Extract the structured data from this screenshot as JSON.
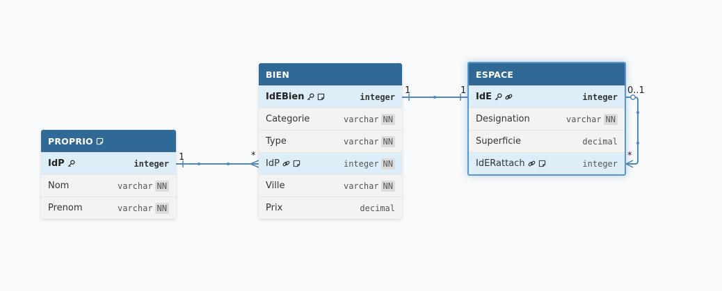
{
  "tables": [
    {
      "id": "proprio",
      "name": "PROPRIO",
      "has_note": true,
      "selected": false,
      "fields": [
        {
          "name": "IdP",
          "type": "integer",
          "nn": "",
          "pk": true,
          "fk": false,
          "note": false
        },
        {
          "name": "Nom",
          "type": "varchar",
          "nn": "NN",
          "pk": false,
          "fk": false,
          "note": false
        },
        {
          "name": "Prenom",
          "type": "varchar",
          "nn": "NN",
          "pk": false,
          "fk": false,
          "note": false
        }
      ]
    },
    {
      "id": "bien",
      "name": "BIEN",
      "has_note": false,
      "selected": false,
      "fields": [
        {
          "name": "IdEBien",
          "type": "integer",
          "nn": "",
          "pk": true,
          "fk": false,
          "note": true
        },
        {
          "name": "Categorie",
          "type": "varchar",
          "nn": "NN",
          "pk": false,
          "fk": false,
          "note": false
        },
        {
          "name": "Type",
          "type": "varchar",
          "nn": "NN",
          "pk": false,
          "fk": false,
          "note": false
        },
        {
          "name": "IdP",
          "type": "integer",
          "nn": "NN",
          "pk": false,
          "fk": true,
          "note": true
        },
        {
          "name": "Ville",
          "type": "varchar",
          "nn": "NN",
          "pk": false,
          "fk": false,
          "note": false
        },
        {
          "name": "Prix",
          "type": "decimal",
          "nn": "",
          "pk": false,
          "fk": false,
          "note": false
        }
      ]
    },
    {
      "id": "espace",
      "name": "ESPACE",
      "has_note": false,
      "selected": true,
      "fields": [
        {
          "name": "IdE",
          "type": "integer",
          "nn": "",
          "pk": true,
          "fk": true,
          "note": false
        },
        {
          "name": "Designation",
          "type": "varchar",
          "nn": "NN",
          "pk": false,
          "fk": false,
          "note": false
        },
        {
          "name": "Superficie",
          "type": "decimal",
          "nn": "",
          "pk": false,
          "fk": false,
          "note": false
        },
        {
          "name": "IdERattach",
          "type": "integer",
          "nn": "",
          "pk": false,
          "fk": true,
          "note": true
        }
      ]
    }
  ],
  "relations": [
    {
      "from": "proprio.IdP",
      "to": "bien.IdP",
      "from_card": "1",
      "to_card": "*"
    },
    {
      "from": "bien.IdEBien",
      "to": "espace.IdE",
      "from_card": "1",
      "to_card": "1"
    },
    {
      "from": "espace.IdE",
      "to": "espace.IdERattach",
      "from_card": "0..1",
      "to_card": "*"
    }
  ],
  "colors": {
    "header": "#306896",
    "key_row": "#deeef8",
    "link": "#4f86bc",
    "background": "#f8f9fa"
  },
  "icons": {
    "primary_key": "key-icon",
    "foreign_key": "link-icon",
    "note": "note-icon"
  }
}
